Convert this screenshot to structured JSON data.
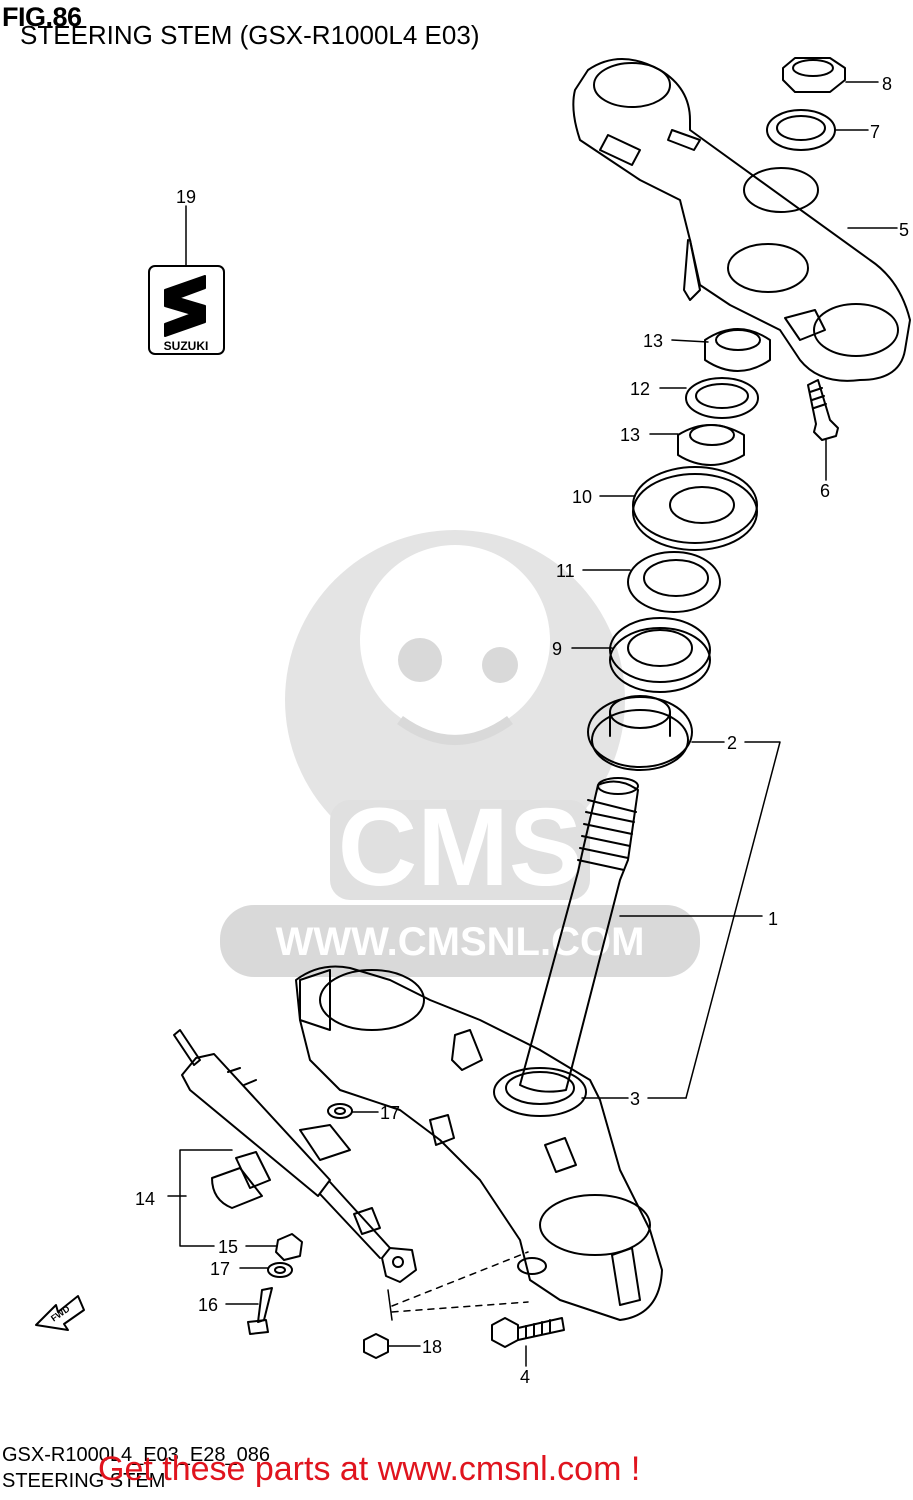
{
  "figure": {
    "number": "FIG.86",
    "title": "STEERING STEM (GSX-R1000L4 E03)"
  },
  "footer": {
    "code": "GSX-R1000L4_E03_E28_086",
    "name": "STEERING STEM",
    "promo": "Get these parts at www.cmsnl.com !"
  },
  "watermark": {
    "logo_text": "CMS",
    "url": "WWW.CMSNL.COM"
  },
  "badge": {
    "text": "SUZUKI"
  },
  "fwd": {
    "text": "FWD"
  },
  "callouts": [
    "1",
    "2",
    "3",
    "4",
    "5",
    "6",
    "7",
    "8",
    "9",
    "10",
    "11",
    "12",
    "13",
    "13",
    "14",
    "15",
    "16",
    "17",
    "17",
    "18",
    "19"
  ],
  "colors": {
    "line": "#000000",
    "watermark": "#d4d4d4",
    "promo": "#e0141e"
  }
}
